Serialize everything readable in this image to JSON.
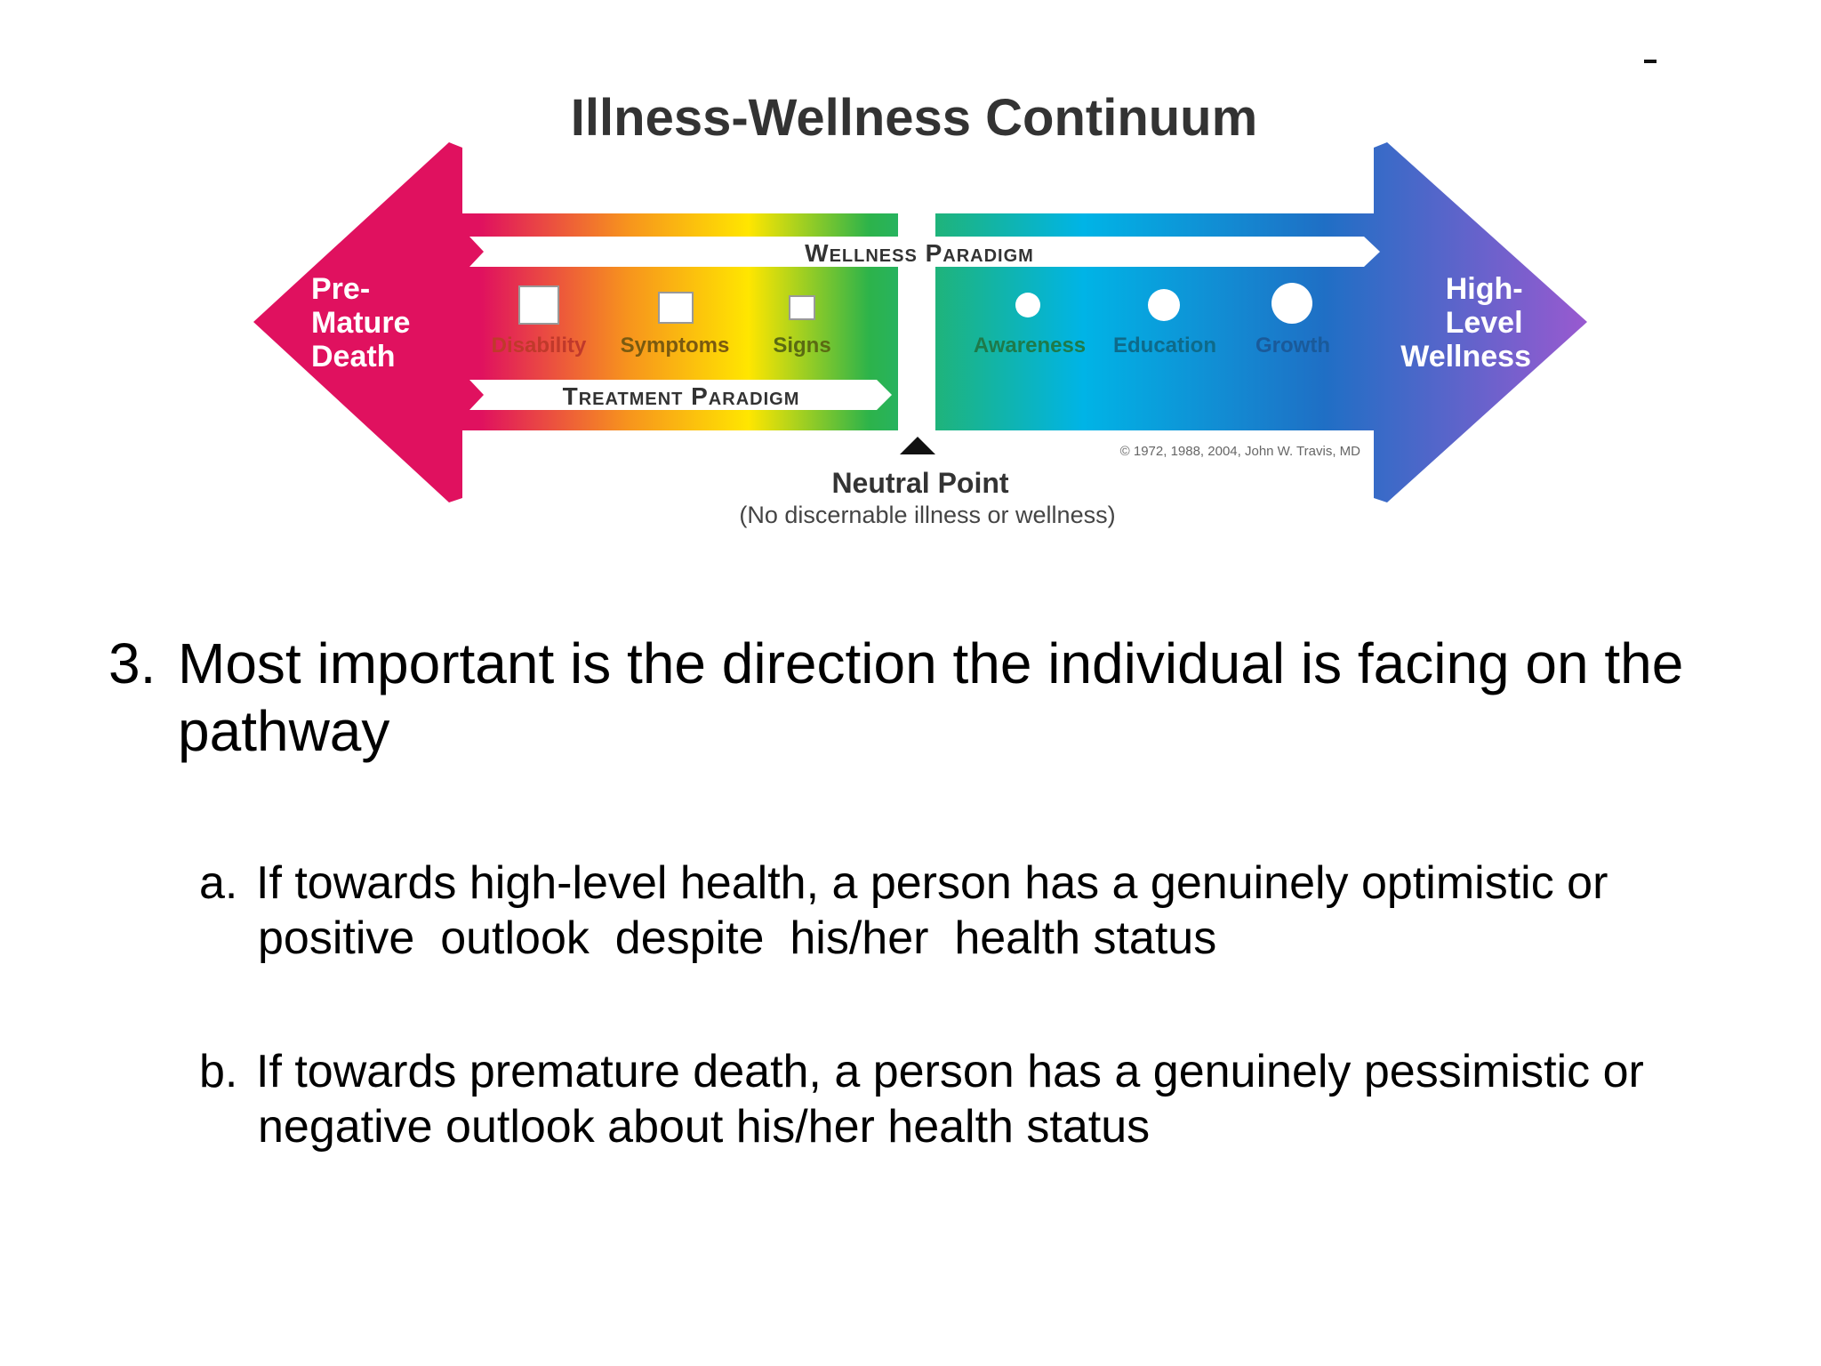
{
  "diagram": {
    "title": "Illness-Wellness Continuum",
    "left_end": [
      "Pre-",
      "Mature",
      "Death"
    ],
    "right_end": [
      "High-",
      "Level",
      "Wellness"
    ],
    "wellness_paradigm": "Wellness Paradigm",
    "treatment_paradigm": "Treatment Paradigm",
    "illness_markers": [
      "Disability",
      "Symptoms",
      "Signs"
    ],
    "wellness_markers": [
      "Awareness",
      "Education",
      "Growth"
    ],
    "copyright": "© 1972, 1988, 2004, John W. Travis, MD",
    "neutral_point": "Neutral Point",
    "neutral_note": "(No discernable illness or wellness)",
    "colors": {
      "death": "#e0115f",
      "orange": "#f7941d",
      "yellow": "#ffe600",
      "green": "#2db34a",
      "cyan": "#00b4e6",
      "blue": "#1f6fc5",
      "wellness": "#9b59d0"
    }
  },
  "point3": {
    "number": "3.",
    "text": "Most important is the direction the individual is facing on the pathway"
  },
  "point_a": {
    "label": "a.",
    "text": "If towards high-level health, a person has a genuinely optimistic or  positive  outlook  despite  his/her  health status"
  },
  "point_b": {
    "label": "b.",
    "text": "If towards premature death, a person has a genuinely pessimistic or negative outlook about his/her health status"
  }
}
